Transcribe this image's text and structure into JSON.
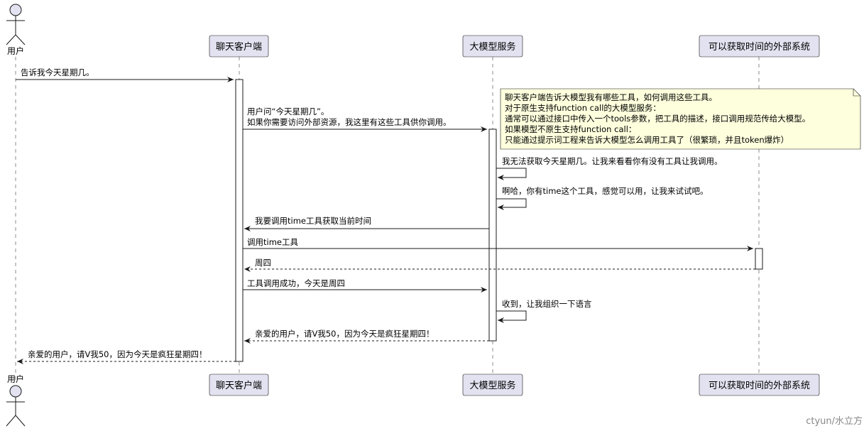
{
  "participants": {
    "user": "用户",
    "client": "聊天客户端",
    "llm": "大模型服务",
    "external": "可以获取时间的外部系统"
  },
  "messages": [
    "告诉我今天星期几。",
    "用户问“今天星期几”。",
    " 如果你需要访问外部资源，我这里有这些工具供你调用。",
    "我无法获取今天星期几。让我来看看你有没有工具让我调用。",
    "啊哈，你有time这个工具，感觉可以用，让我来试试吧。",
    "我要调用time工具获取当前时间",
    "调用time工具",
    "周四",
    "工具调用成功，今天是周四",
    "收到，让我组织一下语言",
    "亲爱的用户，请V我50，因为今天是疯狂星期四！",
    "亲爱的用户，请V我50，因为今天是疯狂星期四！"
  ],
  "note": [
    "聊天客户端告诉大模型我有哪些工具，如何调用这些工具。",
    "对于原生支持function call的大模型服务：",
    "通常可以通过接口中传入一个tools参数，把工具的描述，接口调用规范传给大模型。",
    "如果模型不原生支持function call：",
    "只能通过提示词工程来告诉大模型怎么调用工具了（很繁琐，并且token爆炸）"
  ],
  "watermark": "ctyun/水立方"
}
